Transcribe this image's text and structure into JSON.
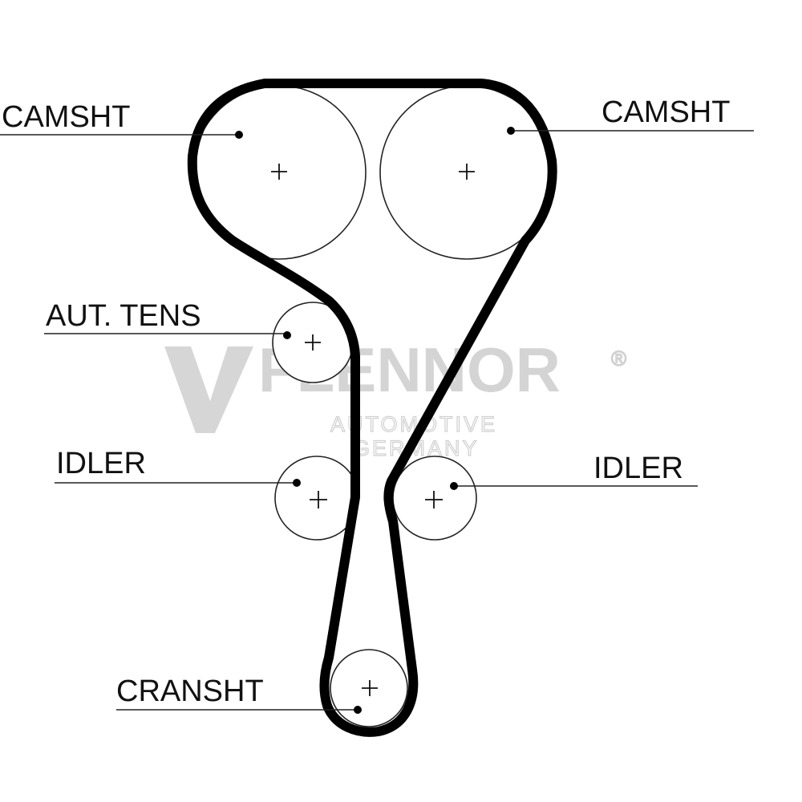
{
  "labels": {
    "camshaft_left": "CAMSHT",
    "camshaft_right": "CAMSHT",
    "auto_tensioner": "AUT. TENS",
    "idler_left": "IDLER",
    "idler_right": "IDLER",
    "crankshaft": "CRANSHT"
  },
  "watermark": {
    "brand": "FLENNOR",
    "registered": "®",
    "line1": "AUTOMOTIVE",
    "line2": "GERMANY"
  },
  "colors": {
    "belt": "#000000",
    "outline": "#222222",
    "watermark": "#d4d4d4"
  }
}
